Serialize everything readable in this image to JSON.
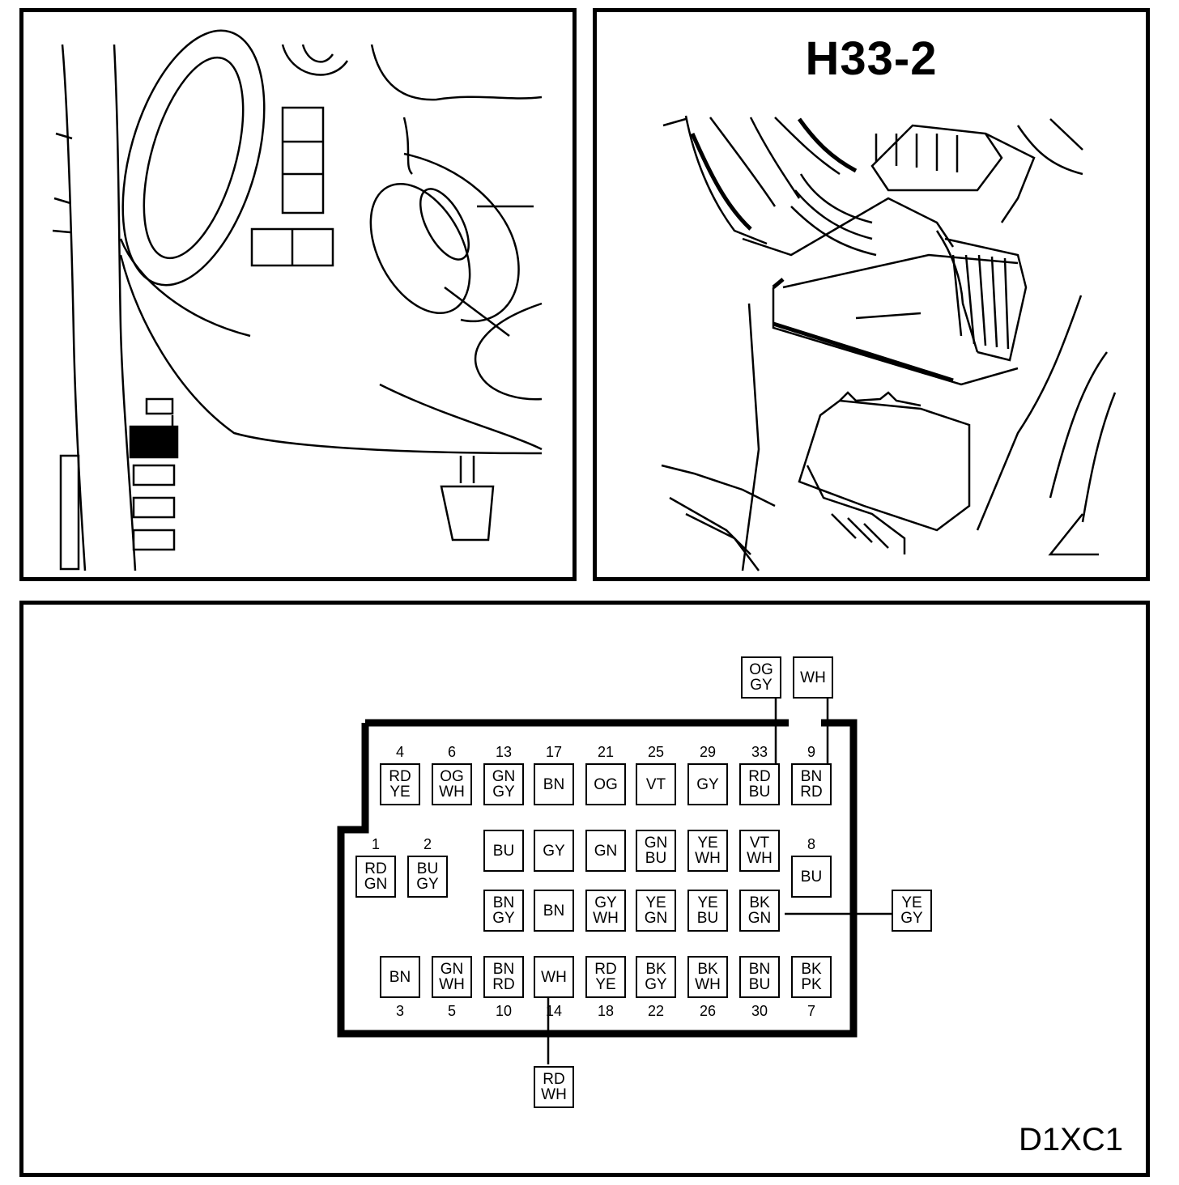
{
  "connector_title": "H33-2",
  "diagram_code": "D1XC1",
  "pins": [
    {
      "num": "4",
      "wires": [
        "RD",
        "YE"
      ]
    },
    {
      "num": "6",
      "wires": [
        "OG",
        "WH"
      ]
    },
    {
      "num": "13",
      "wires": [
        "GN",
        "GY"
      ]
    },
    {
      "num": "17",
      "wires": [
        "BN"
      ]
    },
    {
      "num": "21",
      "wires": [
        "OG"
      ]
    },
    {
      "num": "25",
      "wires": [
        "VT"
      ]
    },
    {
      "num": "29",
      "wires": [
        "GY"
      ]
    },
    {
      "num": "33",
      "wires": [
        "RD",
        "BU"
      ]
    },
    {
      "num": "9",
      "wires": [
        "BN",
        "RD"
      ]
    },
    {
      "num": "",
      "wires": [
        "BU"
      ]
    },
    {
      "num": "",
      "wires": [
        "GY"
      ]
    },
    {
      "num": "",
      "wires": [
        "GN"
      ]
    },
    {
      "num": "",
      "wires": [
        "GN",
        "BU"
      ]
    },
    {
      "num": "",
      "wires": [
        "YE",
        "WH"
      ]
    },
    {
      "num": "",
      "wires": [
        "VT",
        "WH"
      ]
    },
    {
      "num": "8",
      "wires": [
        "BU"
      ]
    },
    {
      "num": "1",
      "wires": [
        "RD",
        "GN"
      ]
    },
    {
      "num": "2",
      "wires": [
        "BU",
        "GY"
      ]
    },
    {
      "num": "",
      "wires": [
        "BN",
        "GY"
      ]
    },
    {
      "num": "",
      "wires": [
        "BN"
      ]
    },
    {
      "num": "",
      "wires": [
        "GY",
        "WH"
      ]
    },
    {
      "num": "",
      "wires": [
        "YE",
        "GN"
      ]
    },
    {
      "num": "",
      "wires": [
        "YE",
        "BU"
      ]
    },
    {
      "num": "",
      "wires": [
        "BK",
        "GN"
      ]
    },
    {
      "num": "3",
      "wires": [
        "BN"
      ]
    },
    {
      "num": "5",
      "wires": [
        "GN",
        "WH"
      ]
    },
    {
      "num": "10",
      "wires": [
        "BN",
        "RD"
      ]
    },
    {
      "num": "14",
      "wires": [
        "WH"
      ]
    },
    {
      "num": "18",
      "wires": [
        "RD",
        "YE"
      ]
    },
    {
      "num": "22",
      "wires": [
        "BK",
        "GY"
      ]
    },
    {
      "num": "26",
      "wires": [
        "BK",
        "WH"
      ]
    },
    {
      "num": "30",
      "wires": [
        "BN",
        "BU"
      ]
    },
    {
      "num": "7",
      "wires": [
        "BK",
        "PK"
      ]
    }
  ],
  "splices": [
    {
      "wires": [
        "OG",
        "GY"
      ]
    },
    {
      "wires": [
        "WH"
      ]
    },
    {
      "wires": [
        "YE",
        "GY"
      ]
    },
    {
      "wires": [
        "RD",
        "WH"
      ]
    }
  ]
}
